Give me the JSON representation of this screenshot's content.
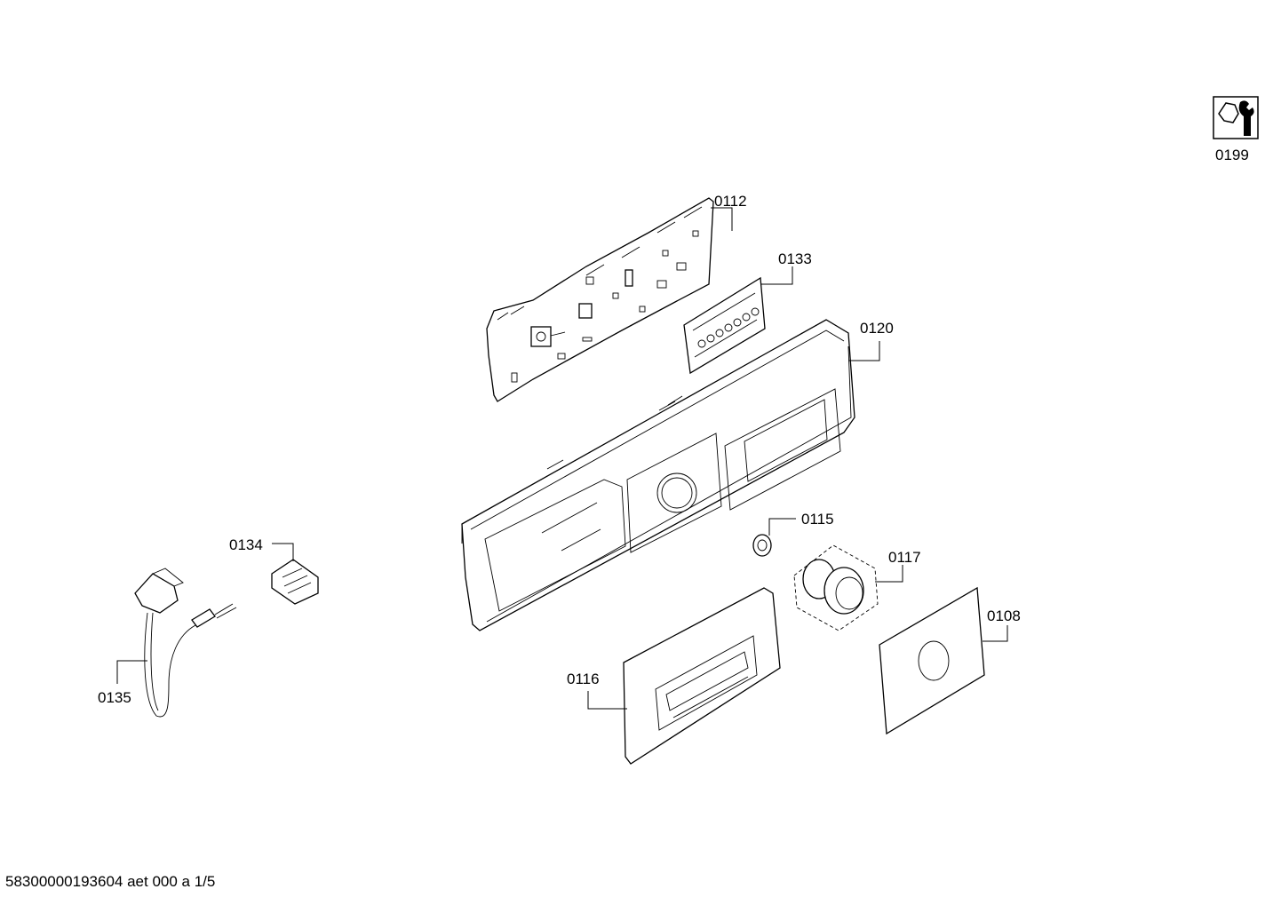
{
  "diagram": {
    "parts": [
      {
        "id": "p0199",
        "label": "0199",
        "icon": "service-kit-icon"
      },
      {
        "id": "p0112",
        "label": "0112"
      },
      {
        "id": "p0133",
        "label": "0133"
      },
      {
        "id": "p0120",
        "label": "0120"
      },
      {
        "id": "p0115",
        "label": "0115"
      },
      {
        "id": "p0117",
        "label": "0117"
      },
      {
        "id": "p0108",
        "label": "0108"
      },
      {
        "id": "p0116",
        "label": "0116"
      },
      {
        "id": "p0134",
        "label": "0134"
      },
      {
        "id": "p0135",
        "label": "0135"
      }
    ],
    "footer": "58300000193604 aet 000 a 1/5"
  }
}
